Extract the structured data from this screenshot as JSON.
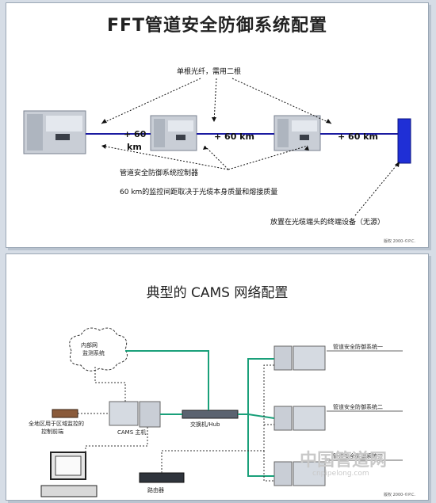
{
  "slide1": {
    "title": "FFT管道安全防御系统配置",
    "fiber_label": "单根光纤，需用二根",
    "seg1_num": "+ 60",
    "seg1_unit": "km",
    "seg2": "+ 60 km",
    "seg3": "+ 60 km",
    "controller_label": "管道安全防御系统控制器",
    "distance_note": "60 km的监控间距取决于光缆本身质量和熔接质量",
    "terminal_note": "放置在光缆端头的终端设备（无源）",
    "page_no": "版权 2000-©P.C."
  },
  "slide2": {
    "title": "典型的 CAMS 网络配置",
    "cloud_label_1": "内部网",
    "cloud_label_2": "监测系统",
    "device_label_1": "全地区用于区域监控的",
    "device_label_2": "控制前端",
    "host_label": "CAMS 主机",
    "hub_label": "交换机/Hub",
    "switch_label": "路由器",
    "sys1": "管道安全防御系统一",
    "sys2": "管道安全防御系统二",
    "sys3": "管道安全防御系统三",
    "page_no": "版权 2000-©P.C."
  },
  "watermark": {
    "text": "中国管道网",
    "sub": "cnpipelong.com"
  },
  "colors": {
    "fiber": "#1a1aa0",
    "network": "#1aa07a",
    "terminal": "#1f2fd6"
  }
}
